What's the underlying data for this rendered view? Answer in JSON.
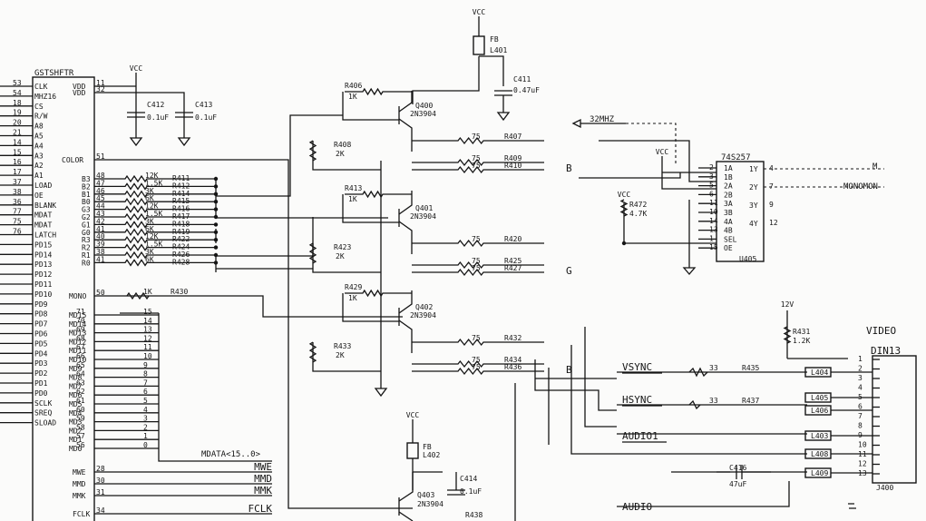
{
  "main_chip": {
    "name": "GSTSHFTR",
    "left_pins": [
      [
        "53",
        "CLK"
      ],
      [
        "54",
        "MHZ16"
      ],
      [
        "18",
        "CS"
      ],
      [
        "19",
        "R/W"
      ],
      [
        "20",
        "A8"
      ],
      [
        "21",
        "A5"
      ],
      [
        "14",
        "A4"
      ],
      [
        "15",
        "A3"
      ],
      [
        "16",
        "A2"
      ],
      [
        "17",
        "A1"
      ],
      [
        "37",
        "LOAD"
      ],
      [
        "38",
        "OE"
      ],
      [
        "36",
        "BLANK"
      ],
      [
        "77",
        "MDAT"
      ],
      [
        "75",
        "MDAT"
      ],
      [
        "76",
        "LATCH"
      ],
      [
        "",
        "PD15"
      ],
      [
        "",
        "PD14"
      ],
      [
        "",
        "PD13"
      ],
      [
        "",
        "PD12"
      ],
      [
        "",
        "PD11"
      ],
      [
        "",
        "PD10"
      ],
      [
        "",
        "PD9"
      ],
      [
        "",
        "PD8"
      ],
      [
        "",
        "PD7"
      ],
      [
        "",
        "PD6"
      ],
      [
        "",
        "PD5"
      ],
      [
        "",
        "PD4"
      ],
      [
        "",
        "PD3"
      ],
      [
        "",
        "PD2"
      ],
      [
        "",
        "PD1"
      ],
      [
        "",
        "PD0"
      ],
      [
        "",
        "SCLK"
      ],
      [
        "",
        "SREQ"
      ],
      [
        "",
        "SLOAD"
      ]
    ],
    "vdd": [
      [
        "11",
        "VDD"
      ],
      [
        "32",
        "VDD"
      ]
    ],
    "color": [
      "51",
      "COLOR"
    ],
    "rgb_pins": [
      [
        "48",
        "B3"
      ],
      [
        "47",
        "B2"
      ],
      [
        "46",
        "B1"
      ],
      [
        "45",
        "B0"
      ],
      [
        "44",
        "G3"
      ],
      [
        "43",
        "G2"
      ],
      [
        "42",
        "G1"
      ],
      [
        "41",
        "G0"
      ],
      [
        "40",
        "R3"
      ],
      [
        "39",
        "R2"
      ],
      [
        "38",
        "R1"
      ],
      [
        "41",
        "R0"
      ]
    ],
    "mono": [
      "50",
      "MONO"
    ],
    "md_pins": [
      [
        "71",
        "MD15"
      ],
      [
        "70",
        "MD14"
      ],
      [
        "69",
        "MD13"
      ],
      [
        "68",
        "MD12"
      ],
      [
        "67",
        "MD11"
      ],
      [
        "66",
        "MD10"
      ],
      [
        "65",
        "MD9"
      ],
      [
        "64",
        "MD8"
      ],
      [
        "63",
        "MD7"
      ],
      [
        "62",
        "MD6"
      ],
      [
        "61",
        "MD5"
      ],
      [
        "60",
        "MD4"
      ],
      [
        "59",
        "MD3"
      ],
      [
        "58",
        "MD2"
      ],
      [
        "57",
        "MD1"
      ],
      [
        "56",
        "MD0"
      ]
    ],
    "ctrl_pins": [
      [
        "28",
        "MWE"
      ],
      [
        "30",
        "MMD"
      ],
      [
        "31",
        "MMK"
      ],
      [
        "34",
        "FCLK"
      ]
    ]
  },
  "dac_resistors": [
    [
      "12K",
      "R411"
    ],
    [
      "1.5K",
      "R412"
    ],
    [
      "3K",
      "R414"
    ],
    [
      "6K",
      "R415"
    ],
    [
      "12K",
      "R416"
    ],
    [
      "1.5K",
      "R417"
    ],
    [
      "3K",
      "R418"
    ],
    [
      "6K",
      "R419"
    ],
    [
      "12K",
      "R422"
    ],
    [
      "1.5K",
      "R424"
    ],
    [
      "3K",
      "R426"
    ],
    [
      "6K",
      "R428"
    ]
  ],
  "mono_res": [
    "1K",
    "R430"
  ],
  "md_bus_numbers": [
    "15",
    "14",
    "13",
    "12",
    "11",
    "10",
    "9",
    "8",
    "7",
    "6",
    "5",
    "4",
    "3",
    "2",
    "1",
    "0"
  ],
  "bus_label": "MDATA<15..0>",
  "ctrl_labels": [
    "MWE",
    "MMD",
    "MMK",
    "FCLK"
  ],
  "caps": [
    {
      "ref": "C412",
      "val": "0.1uF"
    },
    {
      "ref": "C413",
      "val": "0.1uF"
    },
    {
      "ref": "C411",
      "val": "0.47uF"
    },
    {
      "ref": "C414",
      "val": "0.1uF"
    },
    {
      "ref": "C416",
      "val": "47uF"
    }
  ],
  "vcc": "VCC",
  "ferrites": [
    {
      "ref": "FB",
      "sub": "L401"
    },
    {
      "ref": "FB",
      "sub": "L402"
    }
  ],
  "transistors": [
    {
      "ref": "Q400",
      "part": "2N3904"
    },
    {
      "ref": "Q401",
      "part": "2N3904"
    },
    {
      "ref": "Q402",
      "part": "2N3904"
    },
    {
      "ref": "Q403",
      "part": "2N3904"
    }
  ],
  "base_res": [
    [
      "R406",
      "1K"
    ],
    [
      "R413",
      "1K"
    ],
    [
      "R429",
      "1K"
    ]
  ],
  "emit_res": [
    [
      "R408",
      "2K"
    ],
    [
      "R423",
      "2K"
    ],
    [
      "R433",
      "2K"
    ]
  ],
  "out_res": [
    [
      "75",
      "R407"
    ],
    [
      "75",
      "R409"
    ],
    [
      "75",
      "R410"
    ],
    [
      "75",
      "R420"
    ],
    [
      "75",
      "R425"
    ],
    [
      "75",
      "R427"
    ],
    [
      "75",
      "R432"
    ],
    [
      "75",
      "R434"
    ],
    [
      "75",
      "R436"
    ],
    [
      "",
      "R438"
    ]
  ],
  "color_tags": [
    "B",
    "G",
    "B"
  ],
  "clk_label": "32MHZ",
  "mux": {
    "name": "74S257",
    "ref": "U405",
    "pins_left": [
      "1A",
      "1B",
      "2A",
      "2B",
      "3A",
      "3B",
      "4A",
      "4B",
      "SEL",
      "OE"
    ],
    "pins_right": [
      "1Y",
      "2Y",
      "3Y",
      "4Y"
    ],
    "pin_nums_r": [
      "4",
      "7",
      "9",
      "12"
    ],
    "pin_nums_l": [
      "2",
      "3",
      "5",
      "6",
      "11",
      "10",
      "14",
      "13",
      "1",
      "15"
    ]
  },
  "mux_out": [
    "M",
    "MONOMON"
  ],
  "r472": [
    "R472",
    "4.7K"
  ],
  "r431": [
    "12V",
    "R431",
    "1.2K"
  ],
  "sync": [
    {
      "name": "VSYNC",
      "val": "33",
      "ref": "R435",
      "ferrite": "L404"
    },
    {
      "name": "HSYNC",
      "val": "33",
      "ref": "R437",
      "ferrite": "L405"
    }
  ],
  "audio": [
    "AUDIO1",
    "AUDIO"
  ],
  "ferrite_list": [
    "L404",
    "L405",
    "L406",
    "L403",
    "L408",
    "L409"
  ],
  "connector": {
    "title": "VIDEO",
    "name": "DIN13",
    "ref": "J400",
    "pins": [
      "1",
      "2",
      "3",
      "4",
      "5",
      "6",
      "7",
      "8",
      "9",
      "10",
      "11",
      "12",
      "13"
    ]
  }
}
